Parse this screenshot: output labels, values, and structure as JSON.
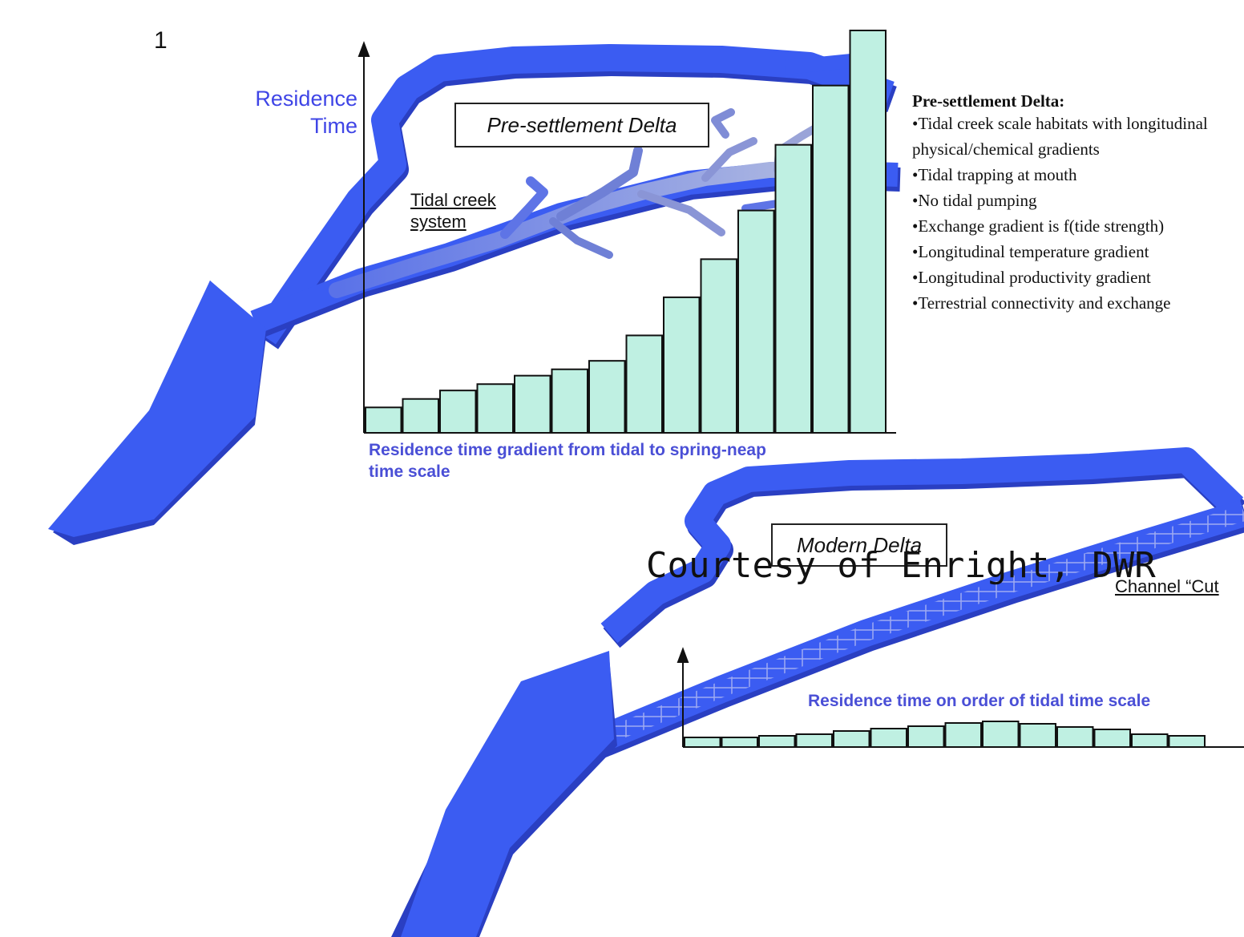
{
  "page_number": "1",
  "residence_time_axis": [
    "Residence",
    "Time"
  ],
  "pre_settlement": {
    "box_label": "Pre-settlement Delta",
    "tidal_creek_label": "Tidal creek system",
    "caption": "Residence time gradient from tidal to spring-neap time scale",
    "bar_heights": [
      1.2,
      1.6,
      2.0,
      2.3,
      2.7,
      3.0,
      3.4,
      4.6,
      6.4,
      8.2,
      10.5,
      13.6,
      16.4,
      19.0
    ]
  },
  "modern": {
    "box_label": "Modern Delta",
    "channel_label": "Channel “Cut",
    "caption": "Residence time on order of tidal time scale",
    "bar_heights": [
      1.2,
      1.2,
      1.4,
      1.6,
      2.0,
      2.3,
      2.6,
      3.0,
      3.2,
      2.9,
      2.5,
      2.2,
      1.6,
      1.4
    ]
  },
  "notes": {
    "title": "Pre-settlement Delta:",
    "items": [
      "•Tidal creek scale habitats with longitudinal physical/chemical gradients",
      "•Tidal trapping at mouth",
      "•No tidal pumping",
      "•Exchange gradient is f(tide strength)",
      "•Longitudinal temperature gradient",
      "•Longitudinal productivity gradient",
      "•Terrestrial connectivity and exchange"
    ]
  },
  "credit": "Courtesy of Enright, DWR",
  "colors": {
    "channel": "#3b5cf2",
    "channel_dark": "#2a3fc2",
    "creek": "#6f80d6",
    "bar_fill": "#bff0e2",
    "caption_blue": "#4a4fd6"
  }
}
